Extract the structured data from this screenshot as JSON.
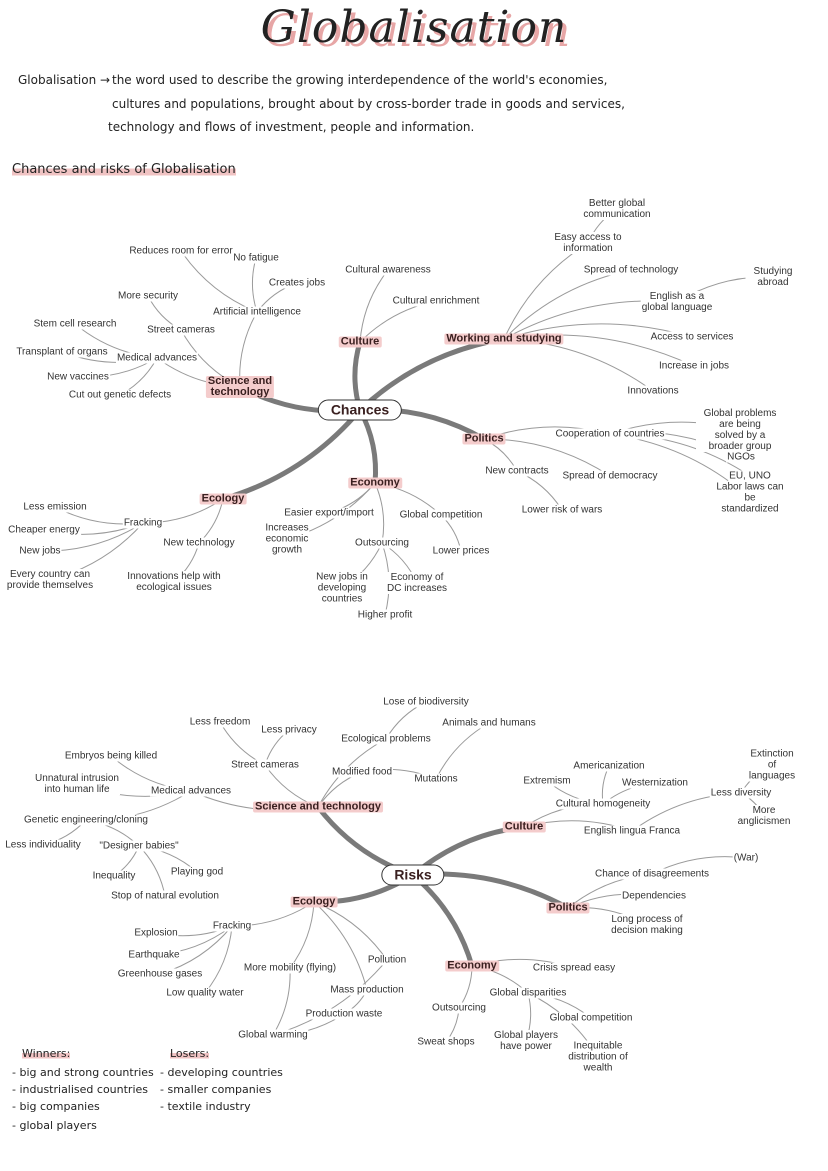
{
  "title": "Globalisation",
  "definition": {
    "term": "Globalisation →",
    "lines": [
      "the word used to describe the growing interdependence of the world's economies,",
      "cultures and populations, brought about by cross-border trade in goods and services,",
      "technology and flows of investment, people and information."
    ]
  },
  "section_heading": "Chances and risks of Globalisation",
  "chances_map": {
    "nodes": [
      "Chances",
      "Culture",
      "Cultural awareness",
      "Cultural enrichment",
      "Working and studying",
      "Better global\ncommunication",
      "Easy access to\ninformation",
      "Spread of technology",
      "English as a\nglobal language",
      "Studying abroad",
      "Access to services",
      "Increase in jobs",
      "Innovations",
      "Politics",
      "Cooperation of countries",
      "Global problems are being\nsolved by a broader group",
      "NGOs",
      "EU, UNO",
      "Labor laws can be\nstandardized",
      "New contracts",
      "Spread of democracy",
      "Lower risk of wars",
      "Economy",
      "Easier export/import",
      "Increases\neconomic\ngrowth",
      "Global competition",
      "Lower prices",
      "Outsourcing",
      "New jobs in\ndeveloping\ncountries",
      "Economy of\nDC increases",
      "Higher profit",
      "Ecology",
      "Fracking",
      "Less emission",
      "Cheaper energy",
      "New jobs",
      "Every country can\nprovide themselves",
      "New technology",
      "Innovations help with\necological issues",
      "Science and\ntechnology",
      "Reduces room for error",
      "No fatigue",
      "Creates jobs",
      "Artificial intelligence",
      "More security",
      "Street cameras",
      "Stem cell research",
      "Transplant of organs",
      "Medical advances",
      "New vaccines",
      "Cut out genetic defects"
    ]
  },
  "risks_map": {
    "nodes": [
      "Risks",
      "Science and technology",
      "Lose of biodiversity",
      "Less freedom",
      "Less privacy",
      "Animals and humans",
      "Ecological problems",
      "Street cameras",
      "Modified food",
      "Mutations",
      "Embryos being killed",
      "Unnatural intrusion\ninto human life",
      "Medical advances",
      "Genetic engineering/cloning",
      "Less individuality",
      "\"Designer babies\"",
      "Playing god",
      "Inequality",
      "Stop of natural evolution",
      "Culture",
      "Americanization",
      "Extremism",
      "Westernization",
      "Cultural homogeneity",
      "English lingua Franca",
      "Extinction of languages",
      "Less diversity",
      "More anglicismen",
      "Politics",
      "Chance of disagreements",
      "(War)",
      "Dependencies",
      "Long process of\ndecision making",
      "Ecology",
      "Fracking",
      "Explosion",
      "Earthquake",
      "Greenhouse gases",
      "Low quality water",
      "More mobility (flying)",
      "Pollution",
      "Mass production",
      "Production waste",
      "Global warming",
      "Economy",
      "Crisis spread easy",
      "Global disparities",
      "Outsourcing",
      "Global competition",
      "Sweat shops",
      "Global players\nhave power",
      "Inequitable\ndistribution of\nwealth"
    ]
  },
  "winners": {
    "heading": "Winners:",
    "items": [
      "- big and strong countries",
      "- industrialised countries",
      "- big companies",
      "- global players"
    ]
  },
  "losers": {
    "heading": "Losers:",
    "items": [
      "- developing countries",
      "- smaller companies",
      "- textile industry"
    ]
  },
  "colors": {
    "highlight": "#f0c3c3",
    "branch": "#7a7a7a",
    "line": "#9a9a9a"
  }
}
